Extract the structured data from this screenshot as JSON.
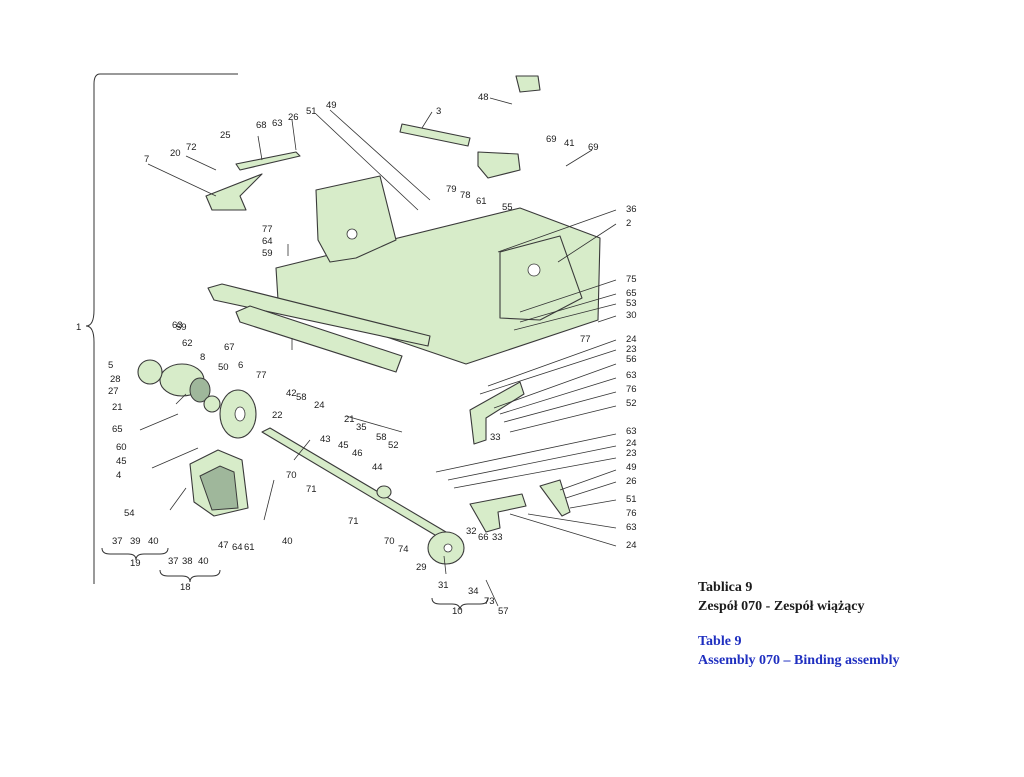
{
  "colors": {
    "part_fill": "#d7ecc9",
    "caption_pl": "#1b1b1b",
    "caption_en": "#1f2fc0"
  },
  "caption": {
    "pl_table": "Tablica 9",
    "pl_assembly": "Zespół 070 - Zespół wiążący",
    "en_table": "Table 9",
    "en_assembly": "Assembly 070 – Binding assembly"
  },
  "part_labels": [
    "1",
    "48",
    "3",
    "49",
    "51",
    "26",
    "68",
    "63",
    "25",
    "72",
    "20",
    "7",
    "69",
    "41",
    "69",
    "79",
    "78",
    "61",
    "55",
    "36",
    "2",
    "77",
    "64",
    "59",
    "75",
    "65",
    "53",
    "30",
    "77",
    "59",
    "62",
    "5",
    "8",
    "67",
    "28",
    "27",
    "50",
    "6",
    "77",
    "63",
    "24",
    "23",
    "56",
    "21",
    "42",
    "58",
    "24",
    "63",
    "76",
    "52",
    "33",
    "65",
    "60",
    "45",
    "4",
    "21",
    "35",
    "58",
    "52",
    "22",
    "43",
    "45",
    "46",
    "44",
    "70",
    "71",
    "71",
    "70",
    "74",
    "29",
    "32",
    "66",
    "33",
    "34",
    "73",
    "31",
    "57",
    "10",
    "63",
    "24",
    "23",
    "49",
    "26",
    "51",
    "76",
    "63",
    "24",
    "54",
    "40",
    "47",
    "64",
    "61",
    "37",
    "39",
    "40",
    "19",
    "37",
    "38",
    "40",
    "18"
  ]
}
